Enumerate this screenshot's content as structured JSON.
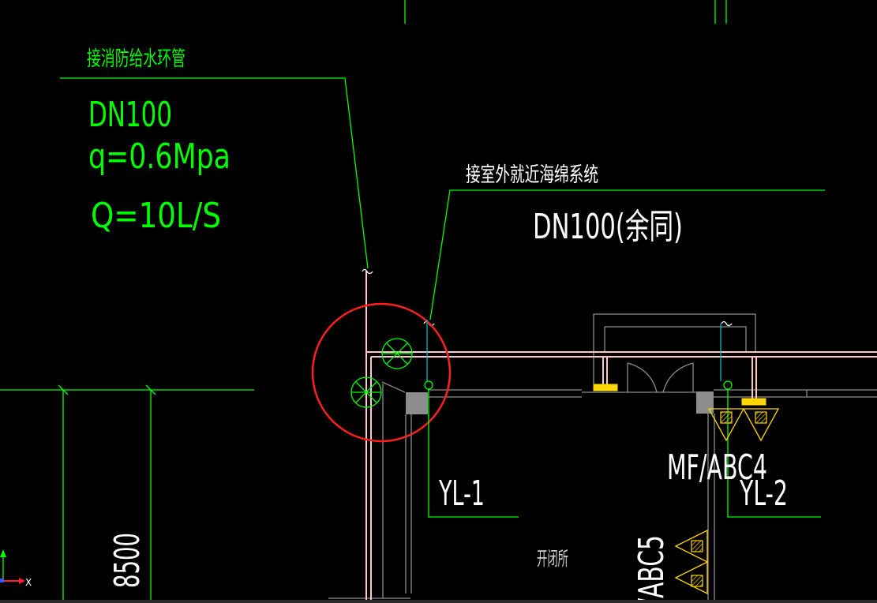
{
  "colors": {
    "background": "#000000",
    "green": "#00ff00",
    "white": "#ffffff",
    "lightgray": "#d0d0d0",
    "red": "#ff2020",
    "pink": "#ffc8c8",
    "cyan": "#00c8c8",
    "gray": "#8c8c8c",
    "yellow": "#ffd700",
    "blue": "#3060ff",
    "statusbar": "#2a2a2a"
  },
  "annotations": {
    "fire_ring_label": "接消防给水环管",
    "pipe_size": "DN100",
    "pressure": "q=0.6Mpa",
    "flow": "Q=10L/S",
    "sponge_label": "接室外就近海绵系统",
    "pipe_size_note": "DN100(余同)",
    "riser_1": "YL-1",
    "riser_2": "YL-2",
    "extinguisher_1": "MF/ABC4",
    "extinguisher_2": "/ABC5",
    "room_name": "开闭所",
    "dimension": "8500"
  },
  "ucs": {
    "x_label": "X"
  }
}
